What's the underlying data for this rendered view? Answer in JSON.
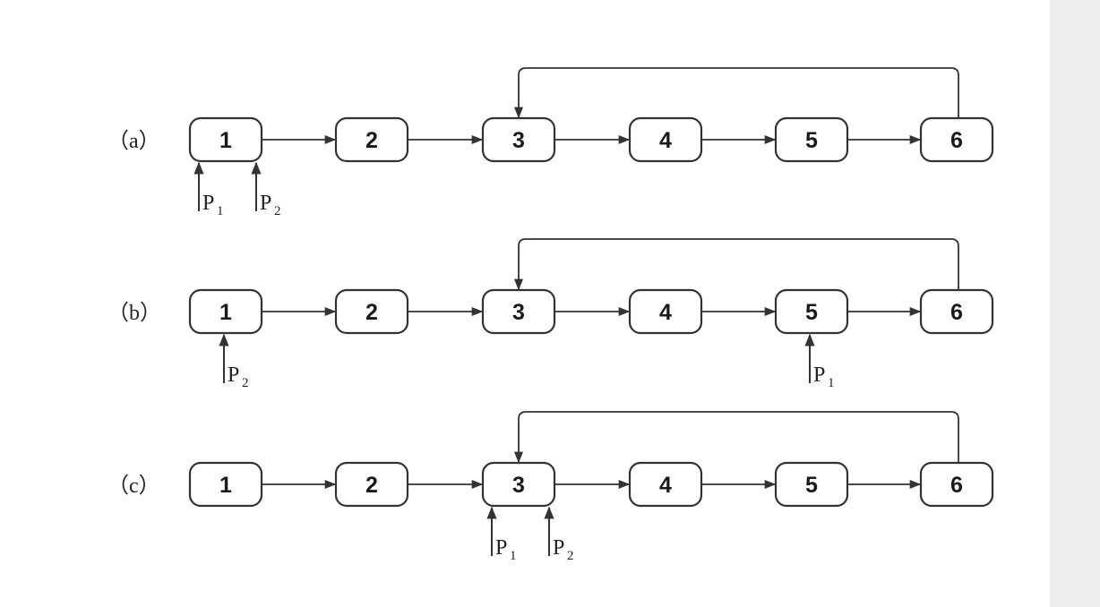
{
  "colors": {
    "stroke": "#333333",
    "background": "#ffffff",
    "side_strip": "#eeeeee"
  },
  "rows": [
    {
      "label": "（a）",
      "nodes": [
        "1",
        "2",
        "3",
        "4",
        "5",
        "6"
      ],
      "cycle_from": "6",
      "cycle_to": "3",
      "pointers": [
        {
          "text": "P",
          "sub": "1",
          "node": "1",
          "side": "left"
        },
        {
          "text": "P",
          "sub": "2",
          "node": "1",
          "side": "right"
        }
      ]
    },
    {
      "label": "（b）",
      "nodes": [
        "1",
        "2",
        "3",
        "4",
        "5",
        "6"
      ],
      "cycle_from": "6",
      "cycle_to": "3",
      "pointers": [
        {
          "text": "P",
          "sub": "2",
          "node": "1",
          "side": "center"
        },
        {
          "text": "P",
          "sub": "1",
          "node": "5",
          "side": "center"
        }
      ]
    },
    {
      "label": "（c）",
      "nodes": [
        "1",
        "2",
        "3",
        "4",
        "5",
        "6"
      ],
      "cycle_from": "6",
      "cycle_to": "3",
      "pointers": [
        {
          "text": "P",
          "sub": "1",
          "node": "3",
          "side": "left"
        },
        {
          "text": "P",
          "sub": "2",
          "node": "3",
          "side": "right"
        }
      ]
    }
  ]
}
